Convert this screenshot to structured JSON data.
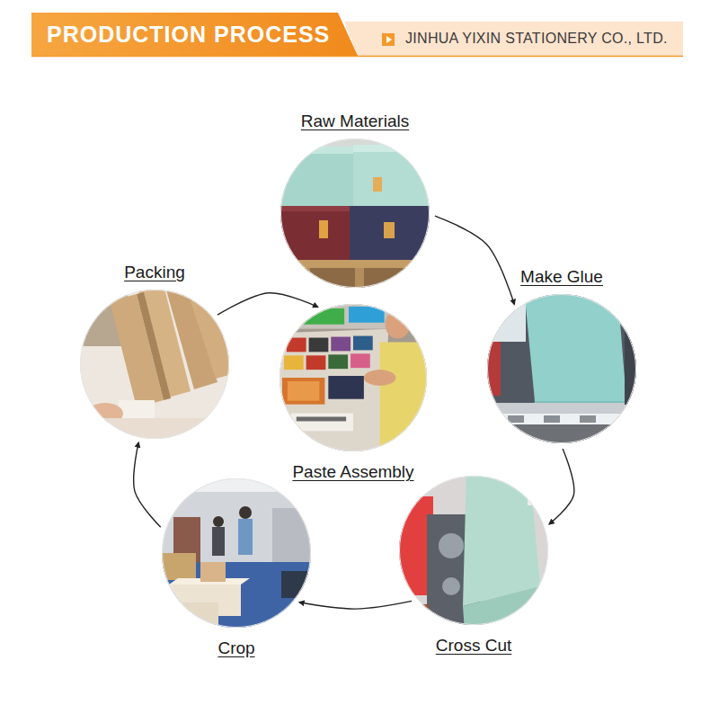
{
  "diagram": {
    "title": "PRODUCTION PROCESS",
    "nodes": [
      {
        "text": [
          "Raw Materials"
        ]
      },
      {
        "text": [
          "Make Glue"
        ]
      },
      {
        "text": [
          "Cross Cut"
        ]
      },
      {
        "text": [
          "Crop"
        ]
      },
      {
        "text": [
          "Packing"
        ]
      },
      {
        "text": [
          "Paste Assembly"
        ]
      }
    ],
    "edges": [
      {
        "from": 0,
        "to": 1,
        "arrow": "to"
      },
      {
        "from": 1,
        "to": 2,
        "arrow": "to"
      },
      {
        "from": 2,
        "to": 3,
        "arrow": "to"
      },
      {
        "from": 3,
        "to": 4,
        "arrow": "to"
      },
      {
        "from": 4,
        "to": 5,
        "arrow": "to"
      }
    ],
    "labels": [
      "JINHUA YIXIN STATIONERY CO., LTD."
    ]
  }
}
